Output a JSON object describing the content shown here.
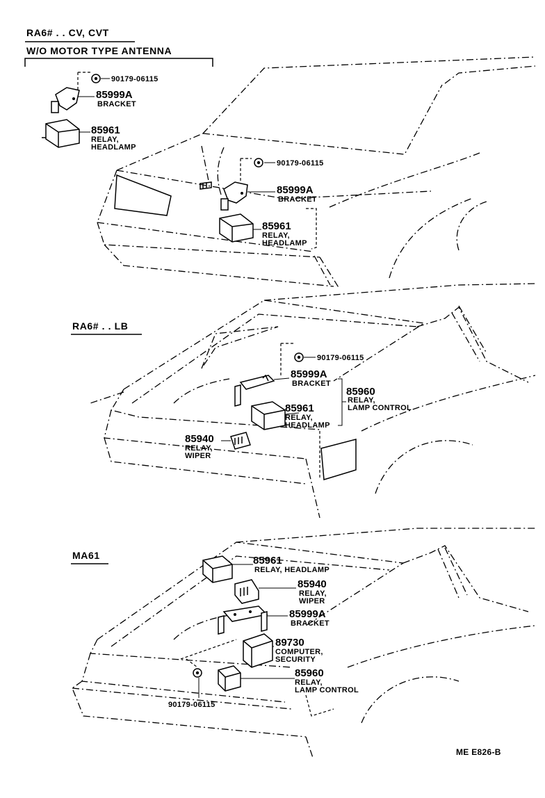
{
  "sections": [
    {
      "title": "RA6# . . CV, CVT",
      "subtitle": "W/O  MOTOR  TYPE  ANTENNA"
    },
    {
      "title": "RA6# . . LB"
    },
    {
      "title": "MA61"
    }
  ],
  "callouts": {
    "s1": {
      "nut_a": "90179-06115",
      "bracket_a_no": "85999A",
      "bracket_a_desc": "BRACKET",
      "relay_a_no": "85961",
      "relay_a_desc1": "RELAY,",
      "relay_a_desc2": "HEADLAMP",
      "nut_b": "90179-06115",
      "bracket_b_no": "85999A",
      "bracket_b_desc": "BRACKET",
      "relay_b_no": "85961",
      "relay_b_desc1": "RELAY,",
      "relay_b_desc2": "HEADLAMP"
    },
    "s2": {
      "nut": "90179-06115",
      "bracket_no": "85999A",
      "bracket_desc": "BRACKET",
      "lamp_ctrl_no": "85960",
      "lamp_ctrl_desc1": "RELAY,",
      "lamp_ctrl_desc2": "LAMP CONTROL",
      "headlamp_no": "85961",
      "headlamp_desc1": "RELAY,",
      "headlamp_desc2": "HEADLAMP",
      "wiper_no": "85940",
      "wiper_desc1": "RELAY,",
      "wiper_desc2": "WIPER"
    },
    "s3": {
      "headlamp_no": "85961",
      "headlamp_desc": "RELAY, HEADLAMP",
      "wiper_no": "85940",
      "wiper_desc1": "RELAY,",
      "wiper_desc2": "WIPER",
      "bracket_no": "85999A",
      "bracket_desc": "BRACKET",
      "computer_no": "89730",
      "computer_desc1": "COMPUTER,",
      "computer_desc2": "SECURITY",
      "lamp_ctrl_no": "85960",
      "lamp_ctrl_desc1": "RELAY,",
      "lamp_ctrl_desc2": "LAMP CONTROL",
      "nut": "90179-06115"
    }
  },
  "footer_code": "ME  E826-B"
}
